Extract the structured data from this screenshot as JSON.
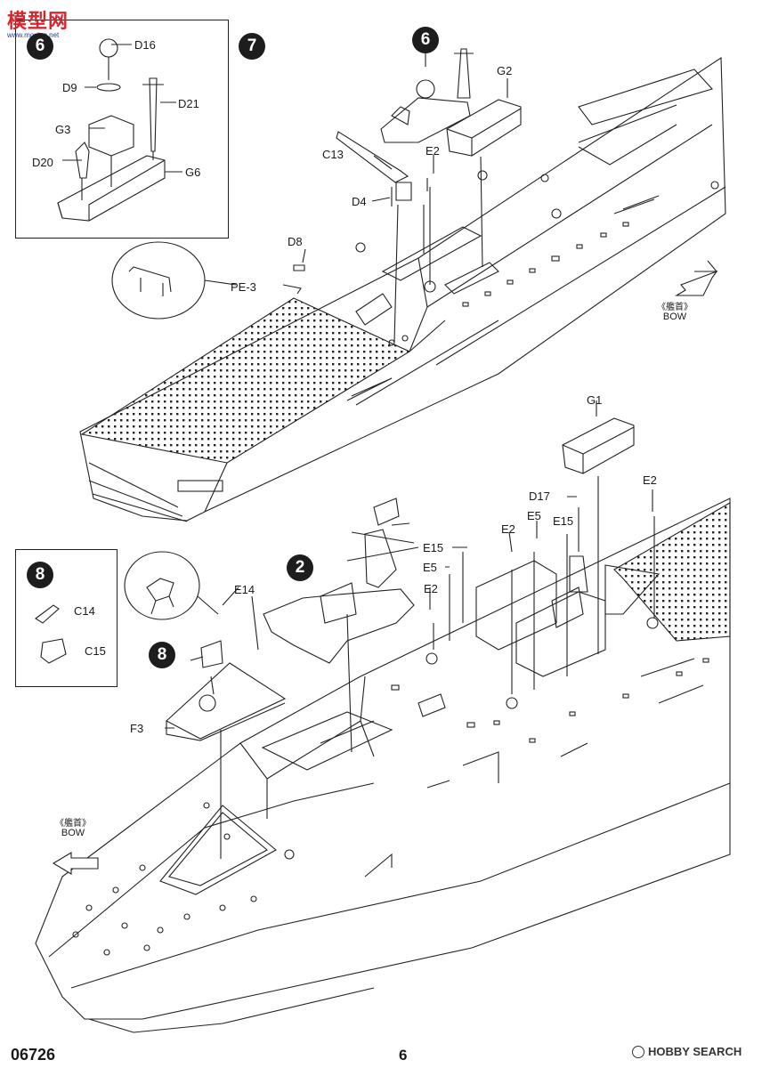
{
  "watermark_top": {
    "text": "模型网",
    "sub": "www.moxing.net"
  },
  "watermark_bottom": {
    "text": "HOBBY SEARCH"
  },
  "steps": {
    "inset6": "6",
    "main7": "7",
    "ref6": "6",
    "ref2": "2",
    "ref8": "8",
    "inset8": "8"
  },
  "labels": {
    "D16": "D16",
    "D9": "D9",
    "D21": "D21",
    "G3": "G3",
    "D20": "D20",
    "G6": "G6",
    "G2": "G2",
    "C13": "C13",
    "E2_a": "E2",
    "D4": "D4",
    "D8": "D8",
    "PE3": "PE-3",
    "G1": "G1",
    "D17": "D17",
    "E2_b": "E2",
    "E5_a": "E5",
    "E15_a": "E15",
    "E2_c": "E2",
    "E15_b": "E15",
    "E5_b": "E5",
    "E2_d": "E2",
    "E14": "E14",
    "F3": "F3",
    "C14": "C14",
    "C15": "C15"
  },
  "bow_labels": [
    {
      "cn": "《艦首》",
      "en": "BOW"
    },
    {
      "cn": "《艦首》",
      "en": "BOW"
    }
  ],
  "footer": {
    "code": "06726",
    "page": "6"
  }
}
